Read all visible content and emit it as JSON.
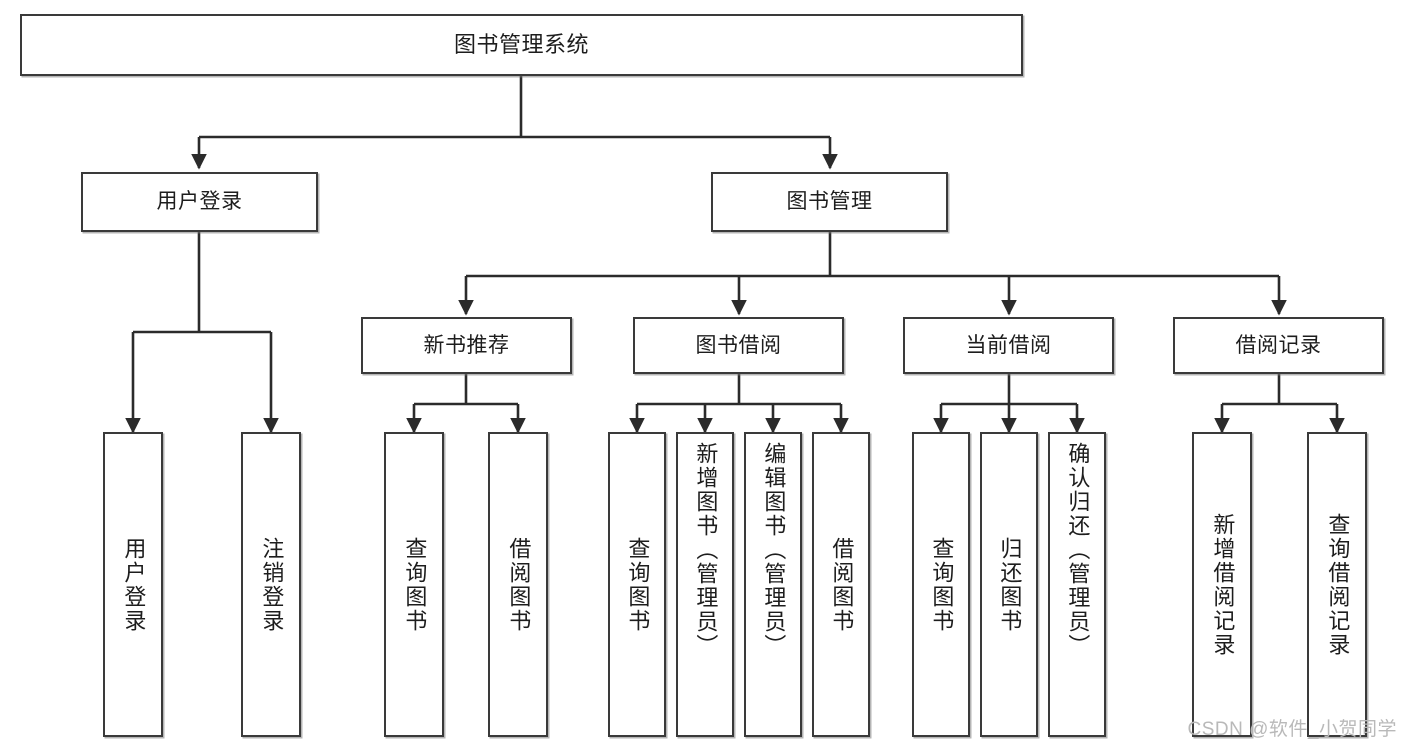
{
  "diagram": {
    "title": "图书管理系统",
    "type": "tree",
    "watermark": "CSDN @软件_小贺同学",
    "colors": {
      "box_border": "#3a3a3a",
      "box_fill": "#ffffff",
      "edge": "#2b2b2b",
      "watermark": "#b9b9b9"
    },
    "levels": {
      "root": "图书管理系统",
      "level2": [
        "用户登录",
        "图书管理"
      ],
      "level3": [
        "新书推荐",
        "图书借阅",
        "当前借阅",
        "借阅记录"
      ]
    },
    "nodes": {
      "root": {
        "label": "图书管理系统",
        "orientation": "horizontal"
      },
      "user_login": {
        "label": "用户登录",
        "orientation": "horizontal"
      },
      "book_manage": {
        "label": "图书管理",
        "orientation": "horizontal"
      },
      "new_book_rec": {
        "label": "新书推荐",
        "orientation": "horizontal"
      },
      "book_borrow": {
        "label": "图书借阅",
        "orientation": "horizontal"
      },
      "current_borrow": {
        "label": "当前借阅",
        "orientation": "horizontal"
      },
      "borrow_record": {
        "label": "借阅记录",
        "orientation": "horizontal"
      },
      "leaf_user_login": {
        "label": "用户登录",
        "orientation": "vertical"
      },
      "leaf_logout": {
        "label": "注销登录",
        "orientation": "vertical"
      },
      "leaf_query_book_1": {
        "label": "查询图书",
        "orientation": "vertical"
      },
      "leaf_borrow_book_1": {
        "label": "借阅图书",
        "orientation": "vertical"
      },
      "leaf_query_book_2": {
        "label": "查询图书",
        "orientation": "vertical"
      },
      "leaf_add_book": {
        "label": "新增图书（管理员）",
        "orientation": "vertical"
      },
      "leaf_edit_book": {
        "label": "编辑图书（管理员）",
        "orientation": "vertical"
      },
      "leaf_borrow_book_2": {
        "label": "借阅图书",
        "orientation": "vertical"
      },
      "leaf_query_book_3": {
        "label": "查询图书",
        "orientation": "vertical"
      },
      "leaf_return_book": {
        "label": "归还图书",
        "orientation": "vertical"
      },
      "leaf_confirm_return": {
        "label": "确认归还（管理员）",
        "orientation": "vertical"
      },
      "leaf_add_record": {
        "label": "新增借阅记录",
        "orientation": "vertical"
      },
      "leaf_query_record": {
        "label": "查询借阅记录",
        "orientation": "vertical"
      }
    },
    "edges": [
      {
        "from": "root",
        "to": "用户登录"
      },
      {
        "from": "root",
        "to": "图书管理"
      },
      {
        "from": "用户登录",
        "to": "用户登录(叶)"
      },
      {
        "from": "用户登录",
        "to": "注销登录"
      },
      {
        "from": "图书管理",
        "to": "新书推荐"
      },
      {
        "from": "图书管理",
        "to": "图书借阅"
      },
      {
        "from": "图书管理",
        "to": "当前借阅"
      },
      {
        "from": "图书管理",
        "to": "借阅记录"
      },
      {
        "from": "新书推荐",
        "to": "查询图书"
      },
      {
        "from": "新书推荐",
        "to": "借阅图书"
      },
      {
        "from": "图书借阅",
        "to": "查询图书"
      },
      {
        "from": "图书借阅",
        "to": "新增图书（管理员）"
      },
      {
        "from": "图书借阅",
        "to": "编辑图书（管理员）"
      },
      {
        "from": "图书借阅",
        "to": "借阅图书"
      },
      {
        "from": "当前借阅",
        "to": "查询图书"
      },
      {
        "from": "当前借阅",
        "to": "归还图书"
      },
      {
        "from": "当前借阅",
        "to": "确认归还（管理员）"
      },
      {
        "from": "借阅记录",
        "to": "新增借阅记录"
      },
      {
        "from": "借阅记录",
        "to": "查询借阅记录"
      }
    ]
  }
}
